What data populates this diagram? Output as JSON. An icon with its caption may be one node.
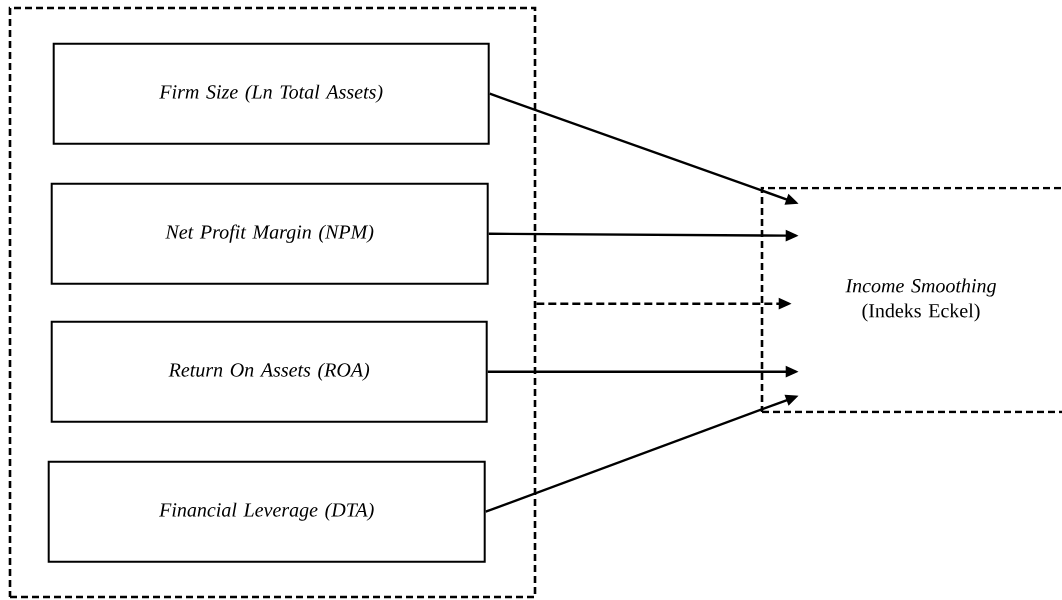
{
  "diagram": {
    "nodes": [
      {
        "text": [],
        "shape": "box"
      },
      {
        "text": [
          "Firm Size (Ln Total Assets)"
        ],
        "in": 0
      },
      {
        "text": [
          "Net Profit Margin (NPM)"
        ],
        "in": 0
      },
      {
        "text": [
          "Return On Assets (ROA)"
        ],
        "in": 0
      },
      {
        "text": [
          "Financial Leverage (DTA)"
        ],
        "in": 0
      },
      {
        "text": [
          "Income Smoothing",
          "(Indeks Eckel)"
        ]
      }
    ],
    "edges": [
      {
        "from": 1,
        "to": 5,
        "arrow": "to"
      },
      {
        "from": 2,
        "to": 5,
        "arrow": "to"
      },
      {
        "from": 3,
        "to": 5,
        "arrow": "to"
      },
      {
        "from": 4,
        "to": 5,
        "arrow": "to"
      },
      {
        "from": 0,
        "to": 5,
        "arrow": "to",
        "style": "dashed"
      }
    ]
  }
}
